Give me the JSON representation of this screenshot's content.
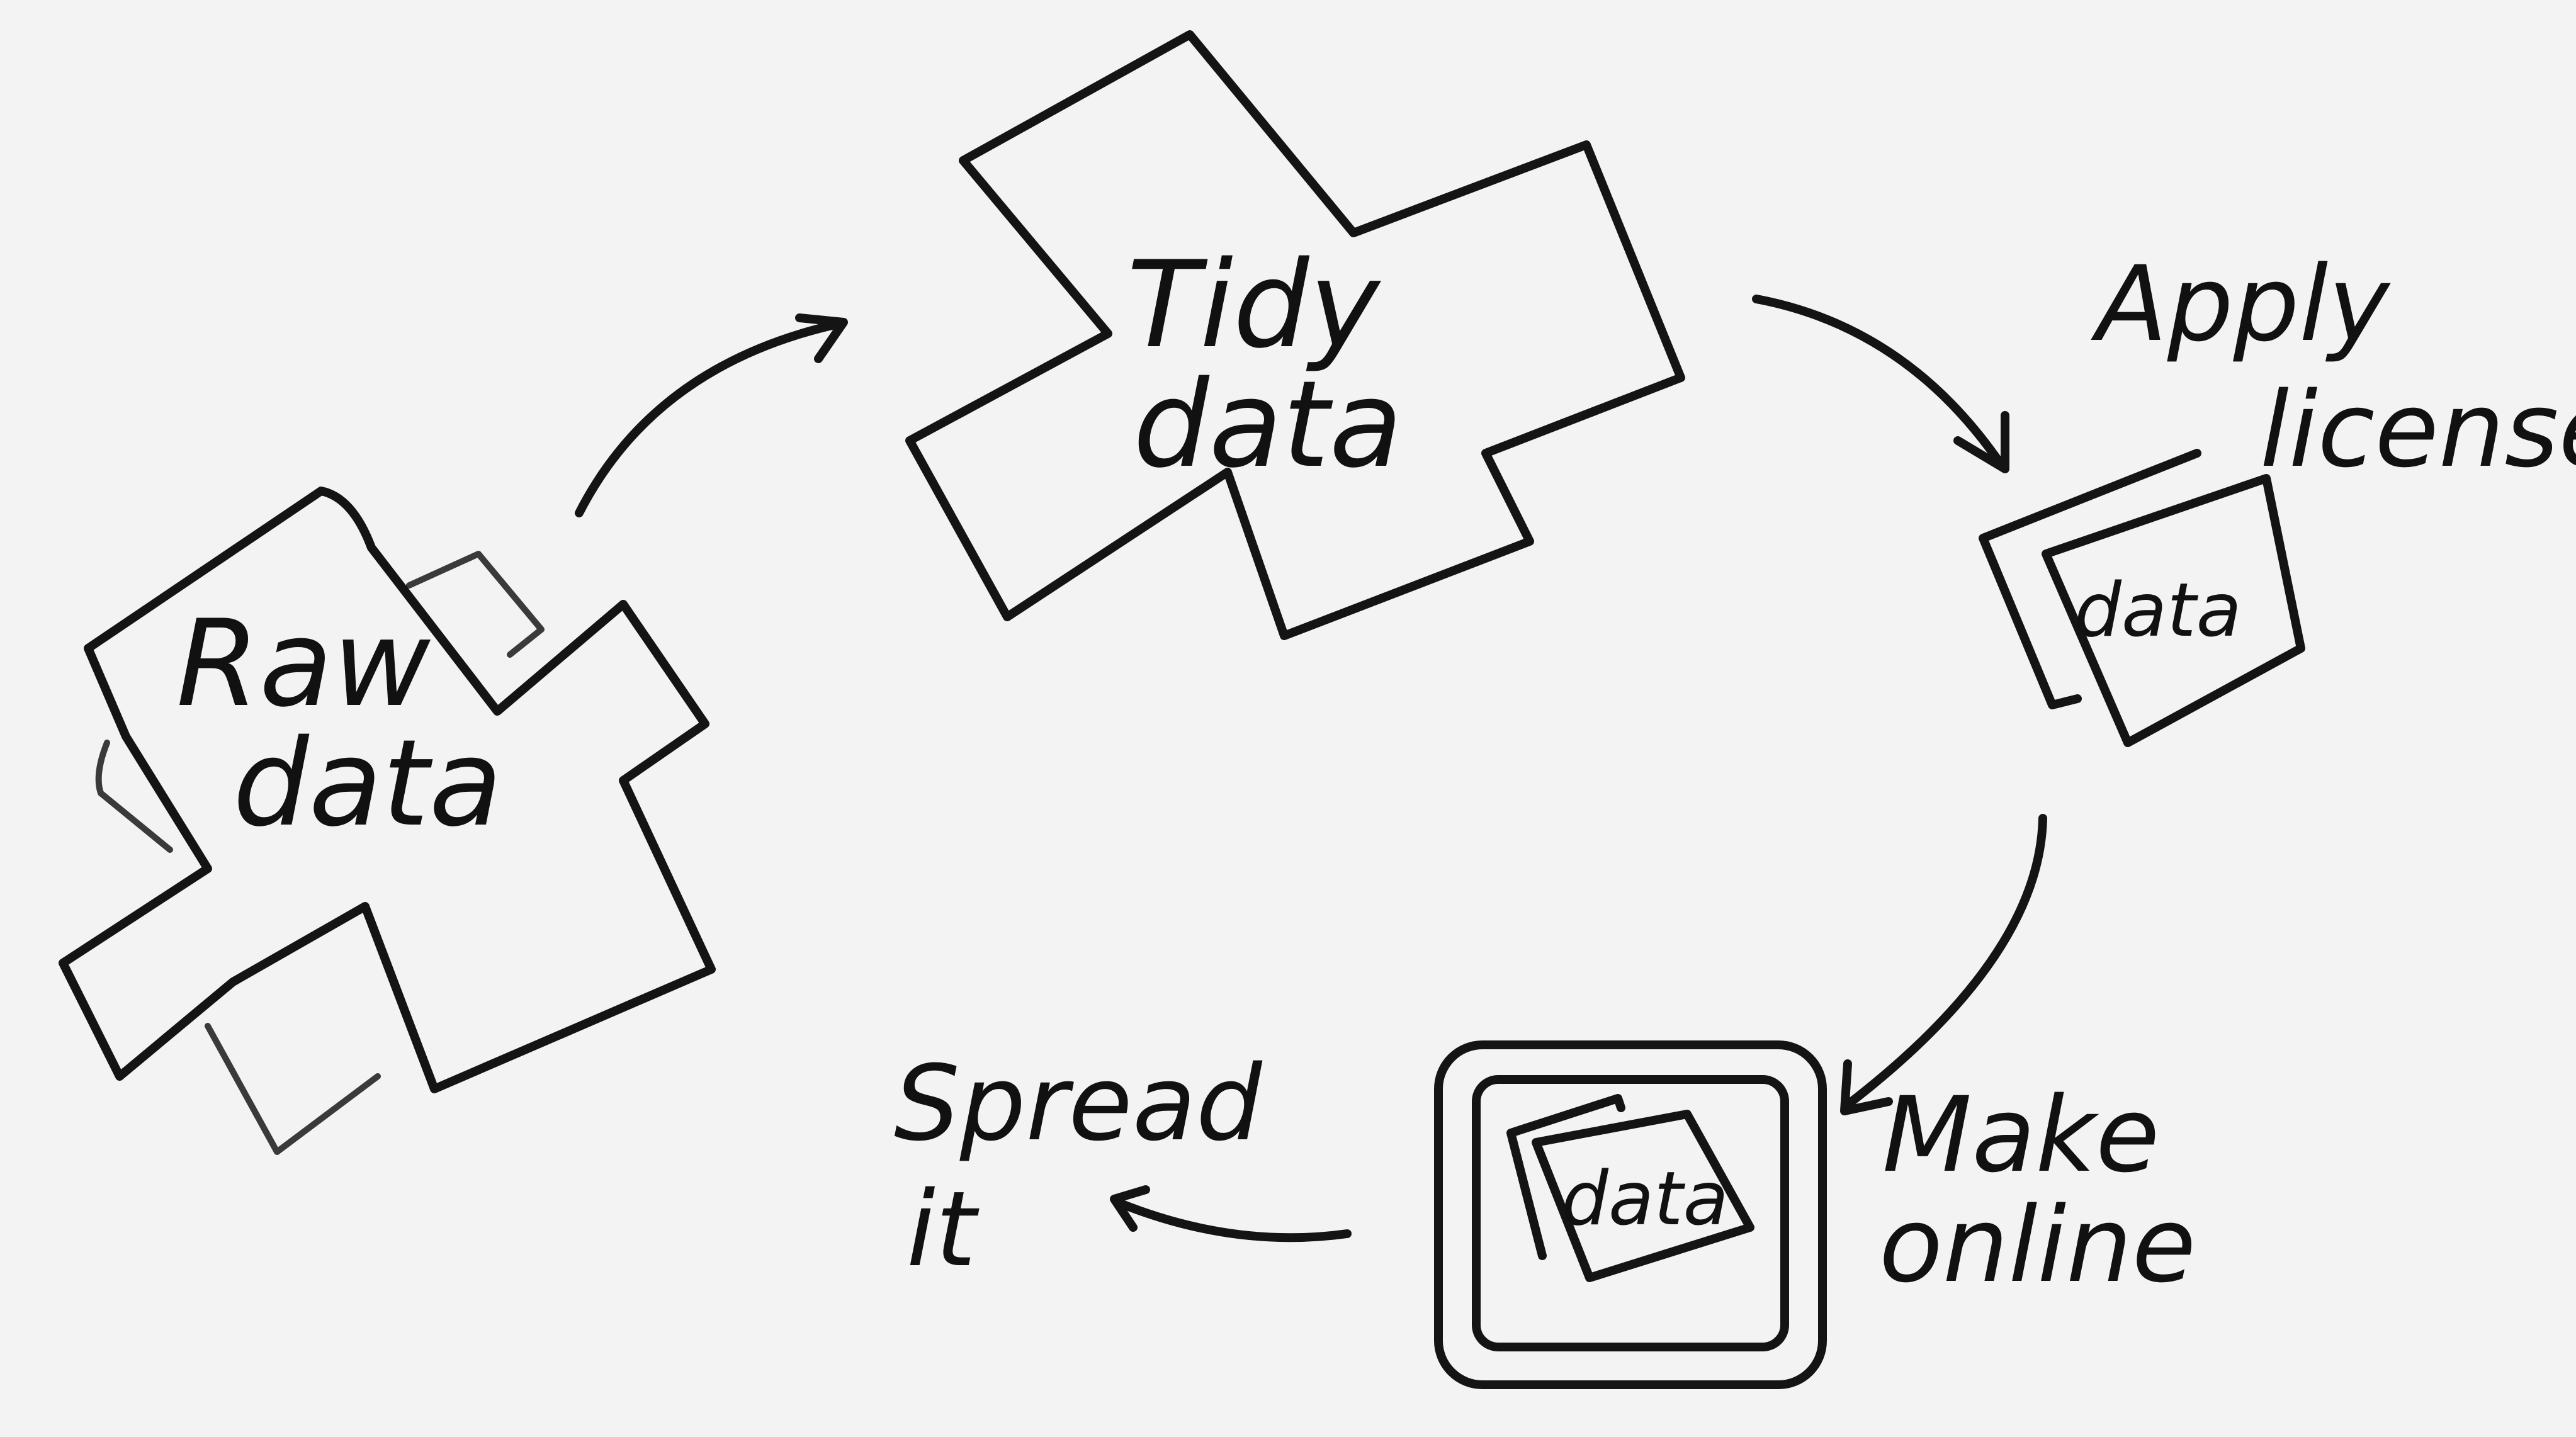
{
  "nodes": {
    "raw": {
      "line1": "Raw",
      "line2": "data"
    },
    "tidy": {
      "line1": "Tidy",
      "line2": "data"
    },
    "license": {
      "line1": "Apply",
      "line2": "license",
      "doc_label": "data"
    },
    "online": {
      "line1": "Make",
      "line2": "online",
      "doc_label": "data"
    },
    "spread": {
      "line1": "Spread",
      "line2": "it"
    }
  },
  "colors": {
    "ink": "#141414",
    "paper": "#f3f3f3"
  }
}
